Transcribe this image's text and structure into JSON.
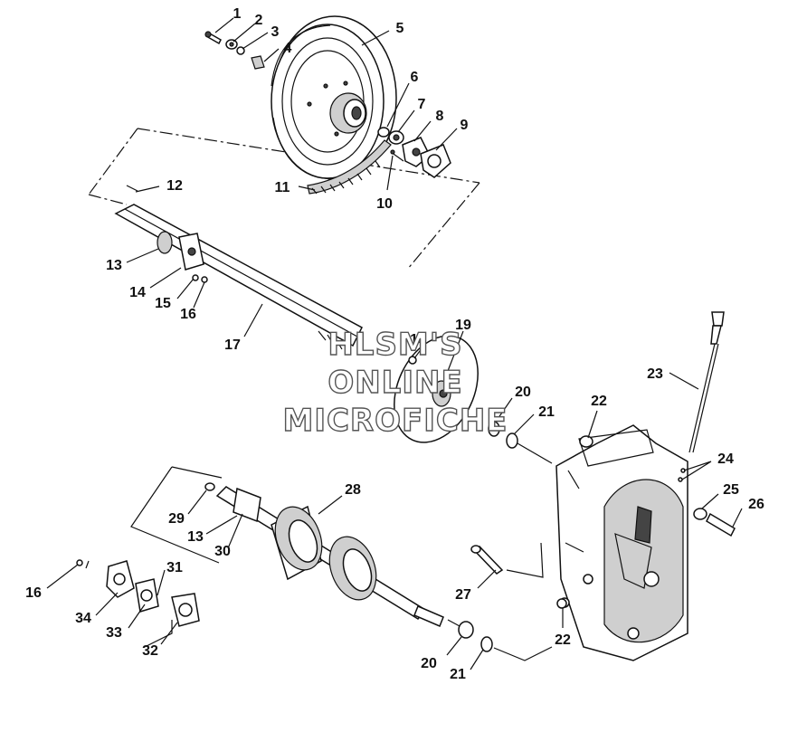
{
  "watermark": {
    "line1": "HLSM'S",
    "line2": "ONLINE",
    "line3": "MICROFICHE"
  },
  "callouts": [
    {
      "id": "c1",
      "text": "1"
    },
    {
      "id": "c2",
      "text": "2"
    },
    {
      "id": "c3",
      "text": "3"
    },
    {
      "id": "c4",
      "text": "4"
    },
    {
      "id": "c5",
      "text": "5"
    },
    {
      "id": "c6",
      "text": "6"
    },
    {
      "id": "c7",
      "text": "7"
    },
    {
      "id": "c8",
      "text": "8"
    },
    {
      "id": "c9",
      "text": "9"
    },
    {
      "id": "c10",
      "text": "10"
    },
    {
      "id": "c11",
      "text": "11"
    },
    {
      "id": "c12",
      "text": "12"
    },
    {
      "id": "c13a",
      "text": "13"
    },
    {
      "id": "c14",
      "text": "14"
    },
    {
      "id": "c15",
      "text": "15"
    },
    {
      "id": "c16a",
      "text": "16"
    },
    {
      "id": "c17",
      "text": "17"
    },
    {
      "id": "c18",
      "text": "18"
    },
    {
      "id": "c19",
      "text": "19"
    },
    {
      "id": "c20a",
      "text": "20"
    },
    {
      "id": "c21a",
      "text": "21"
    },
    {
      "id": "c22a",
      "text": "22"
    },
    {
      "id": "c23",
      "text": "23"
    },
    {
      "id": "c24",
      "text": "24"
    },
    {
      "id": "c25",
      "text": "25"
    },
    {
      "id": "c26",
      "text": "26"
    },
    {
      "id": "c27",
      "text": "27"
    },
    {
      "id": "c28",
      "text": "28"
    },
    {
      "id": "c29",
      "text": "29"
    },
    {
      "id": "c13b",
      "text": "13"
    },
    {
      "id": "c30",
      "text": "30"
    },
    {
      "id": "c31",
      "text": "31"
    },
    {
      "id": "c16b",
      "text": "16"
    },
    {
      "id": "c34",
      "text": "34"
    },
    {
      "id": "c33",
      "text": "33"
    },
    {
      "id": "c32",
      "text": "32"
    },
    {
      "id": "c22b",
      "text": "22"
    },
    {
      "id": "c20b",
      "text": "20"
    },
    {
      "id": "c21b",
      "text": "21"
    }
  ]
}
